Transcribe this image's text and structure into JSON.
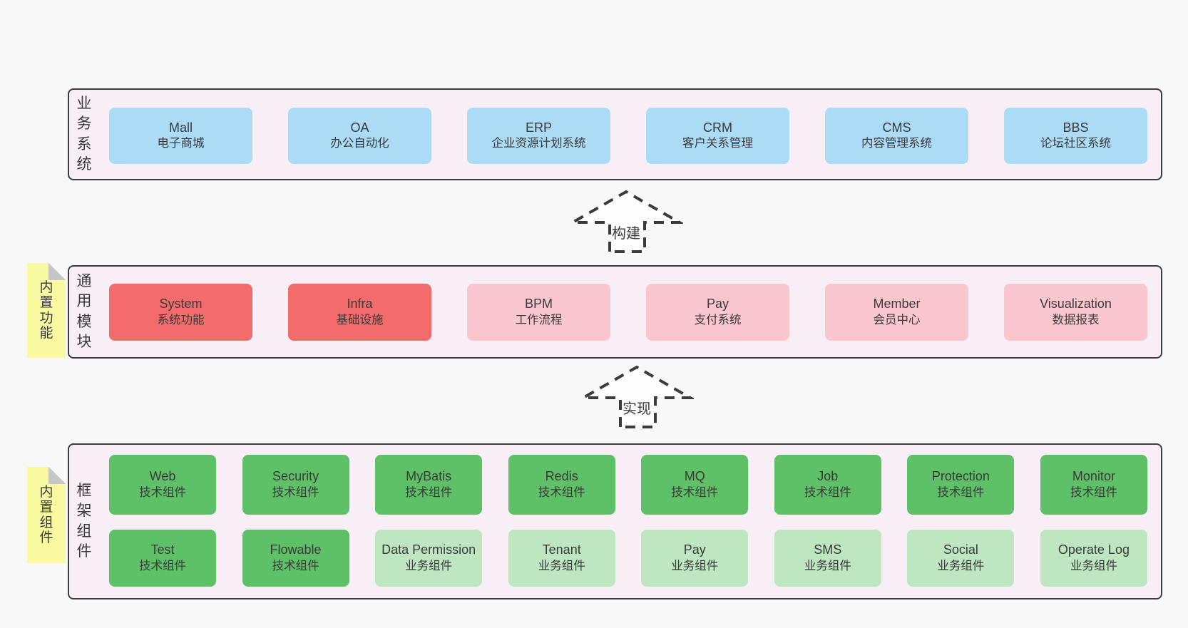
{
  "diagram": {
    "layers": [
      {
        "label": "业务系统",
        "boxes": [
          {
            "name": "Mall",
            "desc": "电子商城"
          },
          {
            "name": "OA",
            "desc": "办公自动化"
          },
          {
            "name": "ERP",
            "desc": "企业资源计划系统"
          },
          {
            "name": "CRM",
            "desc": "客户关系管理"
          },
          {
            "name": "CMS",
            "desc": "内容管理系统"
          },
          {
            "name": "BBS",
            "desc": "论坛社区系统"
          }
        ]
      },
      {
        "label": "通用模块",
        "note": "内置功能",
        "boxes": [
          {
            "name": "System",
            "desc": "系统功能"
          },
          {
            "name": "Infra",
            "desc": "基础设施"
          },
          {
            "name": "BPM",
            "desc": "工作流程"
          },
          {
            "name": "Pay",
            "desc": "支付系统"
          },
          {
            "name": "Member",
            "desc": "会员中心"
          },
          {
            "name": "Visualization",
            "desc": "数据报表"
          }
        ]
      },
      {
        "label": "框架组件",
        "note": "内置组件",
        "rows": [
          {
            "boxes": [
              {
                "name": "Web",
                "desc": "技术组件"
              },
              {
                "name": "Security",
                "desc": "技术组件"
              },
              {
                "name": "MyBatis",
                "desc": "技术组件"
              },
              {
                "name": "Redis",
                "desc": "技术组件"
              },
              {
                "name": "MQ",
                "desc": "技术组件"
              },
              {
                "name": "Job",
                "desc": "技术组件"
              },
              {
                "name": "Protection",
                "desc": "技术组件"
              },
              {
                "name": "Monitor",
                "desc": "技术组件"
              }
            ]
          },
          {
            "boxes": [
              {
                "name": "Test",
                "desc": "技术组件"
              },
              {
                "name": "Flowable",
                "desc": "技术组件"
              },
              {
                "name": "Data Permission",
                "desc": "业务组件"
              },
              {
                "name": "Tenant",
                "desc": "业务组件"
              },
              {
                "name": "Pay",
                "desc": "业务组件"
              },
              {
                "name": "SMS",
                "desc": "业务组件"
              },
              {
                "name": "Social",
                "desc": "业务组件"
              },
              {
                "name": "Operate Log",
                "desc": "业务组件"
              }
            ]
          }
        ]
      }
    ],
    "arrows": [
      {
        "label": "构建"
      },
      {
        "label": "实现"
      }
    ],
    "colors": {
      "page_background": "#f8f8f8",
      "layer_background": "#f8eef6",
      "layer_border": "#3d3d3d",
      "business_system_box": "#abdbf5",
      "module_highlight_box": "#f26c6c",
      "module_box": "#fbc7ce",
      "tech_component_box": "#5ec067",
      "biz_component_box": "#bde6c1",
      "sticky_note": "#f9f9a1",
      "sticky_note_fold": "#c6c6c6",
      "arrow_stroke": "#3b3b3b",
      "text": "#3a3a3a"
    }
  }
}
